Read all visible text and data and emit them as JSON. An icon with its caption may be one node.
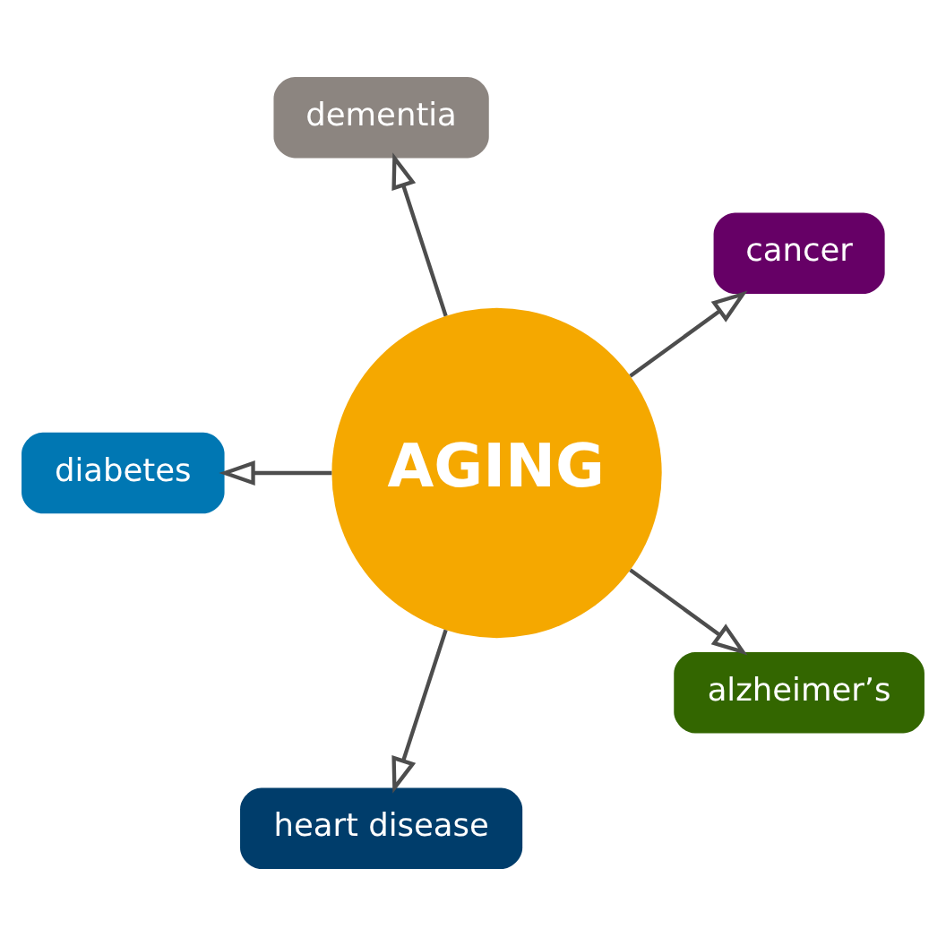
{
  "diagram": {
    "nodes": [
      {
        "text": [
          "AGING"
        ]
      },
      {
        "text": [
          "dementia"
        ]
      },
      {
        "text": [
          "cancer"
        ]
      },
      {
        "text": [
          "alzheimer’s"
        ]
      },
      {
        "text": [
          "heart disease"
        ]
      },
      {
        "text": [
          "diabetes"
        ]
      }
    ],
    "edges": [
      {
        "from": 0,
        "to": 1,
        "arrow": "to"
      },
      {
        "from": 0,
        "to": 2,
        "arrow": "to"
      },
      {
        "from": 0,
        "to": 3,
        "arrow": "to"
      },
      {
        "from": 0,
        "to": 4,
        "arrow": "to"
      },
      {
        "from": 0,
        "to": 5,
        "arrow": "to"
      }
    ]
  }
}
